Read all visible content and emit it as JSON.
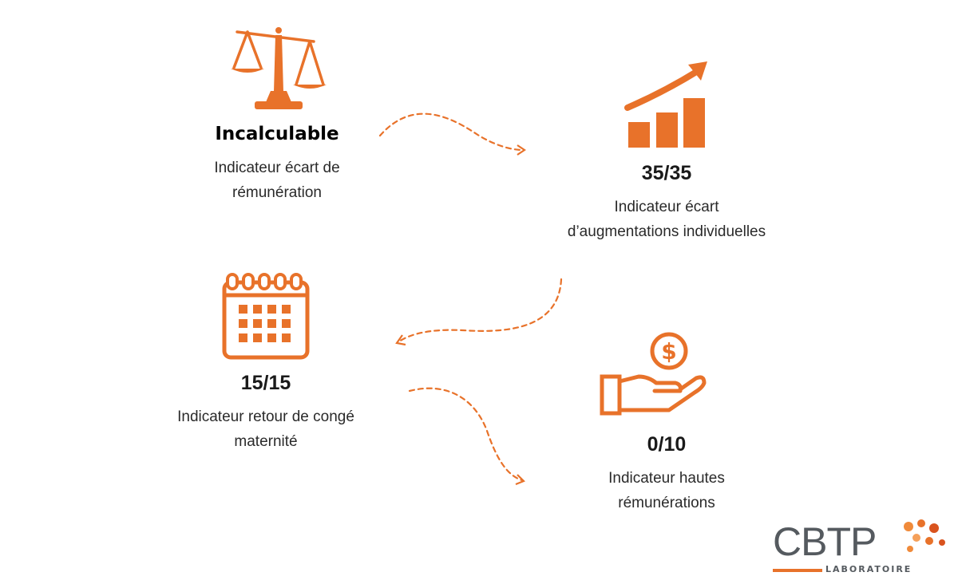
{
  "colors": {
    "accent": "#e8722a",
    "text": "#2a2a2a",
    "logo_gray": "#555a5f"
  },
  "indicators": [
    {
      "id": "pay-gap",
      "icon": "scales-icon",
      "value": "Incalculable",
      "label_lines": [
        "Indicateur écart de",
        "rémunération"
      ]
    },
    {
      "id": "raise-gap",
      "icon": "growth-chart-icon",
      "value": "35/35",
      "label_lines": [
        "Indicateur écart",
        "d’augmentations individuelles"
      ]
    },
    {
      "id": "maternity",
      "icon": "calendar-icon",
      "value": "15/15",
      "label_lines": [
        "Indicateur retour de congé",
        "maternité"
      ]
    },
    {
      "id": "high-pay",
      "icon": "money-hand-icon",
      "value": "0/10",
      "label_lines": [
        "Indicateur hautes",
        "rémunérations"
      ]
    }
  ],
  "logo": {
    "wordmark": "CBTP",
    "subtitle": "LABORATOIRE"
  }
}
